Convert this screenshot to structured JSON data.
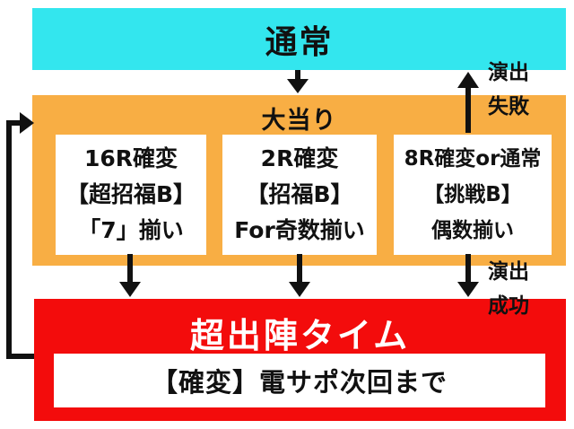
{
  "top": {
    "title": "通常"
  },
  "jackpot": {
    "title": "大当り",
    "cards": [
      {
        "lines": [
          "16R確変",
          "【超招福B】",
          "「7」揃い"
        ]
      },
      {
        "lines": [
          "2R確変",
          "【招福B】",
          "For奇数揃い"
        ]
      },
      {
        "lines": [
          "8R確変or通常",
          "【挑戦B】",
          "偶数揃い"
        ]
      }
    ]
  },
  "bottom": {
    "title": "超出陣タイム",
    "subtitle": "【確変】電サポ次回まで"
  },
  "labels": {
    "fail": [
      "演出",
      "失敗"
    ],
    "success": [
      "演出",
      "成功"
    ]
  },
  "colors": {
    "top": "#33e6ee",
    "jackpot": "#f8ae44",
    "bottom": "#f30c0c"
  }
}
